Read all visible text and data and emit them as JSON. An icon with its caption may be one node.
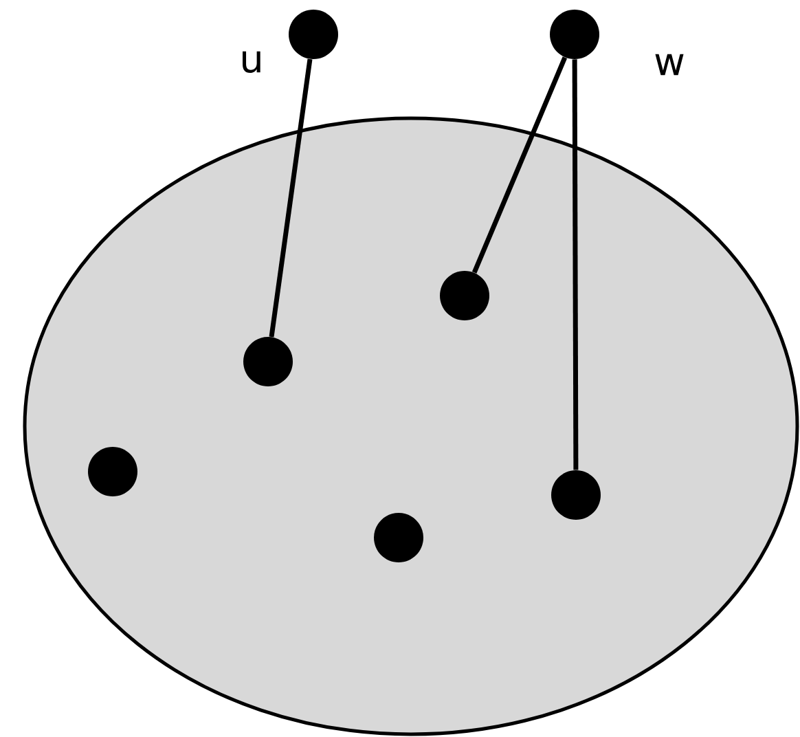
{
  "diagram": {
    "nodes": [
      {
        "text": [],
        "shape": "circle",
        "beside": [
          "u"
        ]
      },
      {
        "text": [],
        "shape": "circle",
        "beside": [
          "w"
        ]
      },
      {
        "text": [],
        "shape": "ellipse"
      },
      {
        "text": [],
        "shape": "circle",
        "in": 2
      },
      {
        "text": [],
        "shape": "circle",
        "in": 2
      },
      {
        "text": [],
        "shape": "circle",
        "in": 2
      },
      {
        "text": [],
        "shape": "circle",
        "in": 2
      },
      {
        "text": [],
        "shape": "circle",
        "in": 2
      }
    ],
    "edges": [
      {
        "from": 0,
        "to": 4,
        "arrow": "none"
      },
      {
        "from": 1,
        "to": 3,
        "arrow": "none"
      },
      {
        "from": 1,
        "to": 6,
        "arrow": "none"
      }
    ]
  }
}
